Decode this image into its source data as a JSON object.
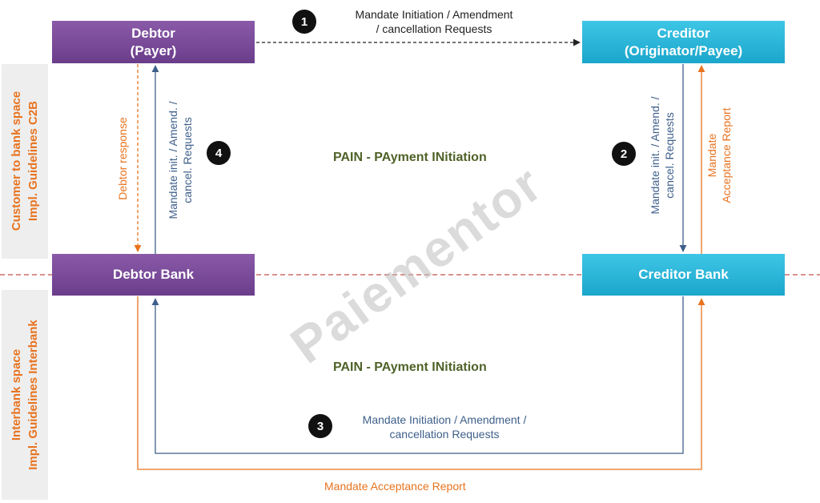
{
  "boxes": {
    "debtor": {
      "line1": "Debtor",
      "line2": "(Payer)"
    },
    "creditor": {
      "line1": "Creditor",
      "line2": "(Originator/Payee)"
    },
    "debtor_bank": "Debtor Bank",
    "creditor_bank": "Creditor Bank"
  },
  "side_labels": {
    "c2b": {
      "line1": "Customer to bank space",
      "line2": "Impl. Guidelines C2B"
    },
    "interbank": {
      "line1": "Interbank space",
      "line2": "Impl. Guidelines Interbank"
    }
  },
  "steps": {
    "s1": {
      "number": "1",
      "line1": "Mandate Initiation / Amendment",
      "line2": "/ cancellation Requests"
    },
    "s2": {
      "number": "2",
      "line1": "Mandate init. / Amend. /",
      "line2": "cancel. Requests"
    },
    "s3": {
      "number": "3",
      "line1": "Mandate Initiation / Amendment /",
      "line2": "cancellation Requests"
    },
    "s4": {
      "number": "4",
      "line1": "Mandate init. / Amend. /",
      "line2": "cancel. Requests"
    }
  },
  "labels": {
    "debtor_response": "Debtor response",
    "mandate_acceptance_vertical": {
      "line1": "Mandate",
      "line2": "Acceptance Report"
    },
    "mandate_acceptance_bottom": "Mandate Acceptance Report",
    "pain_top": "PAIN - PAyment INitiation",
    "pain_bottom": "PAIN - PAyment INitiation"
  },
  "watermark": "Paiementor",
  "colors": {
    "purple": "#6a3d8b",
    "cyan": "#1ba6cb",
    "orange": "#e8731f",
    "blue": "#3e5f8a",
    "green": "#4f6228",
    "separator": "#c0504d"
  }
}
